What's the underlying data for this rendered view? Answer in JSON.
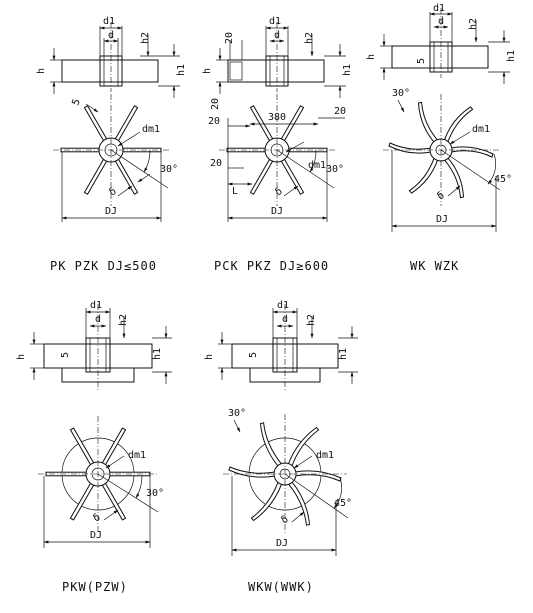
{
  "figures": [
    {
      "id": "pk",
      "caption": "PK  PZK  DJ≤500",
      "labels": {
        "d1": "d1",
        "d": "d",
        "h2": "h2",
        "h": "h",
        "h1": "h1",
        "thickness": "5",
        "dm1": "dm1",
        "angle": "30°",
        "delta": "δ",
        "dj": "DJ"
      }
    },
    {
      "id": "pck",
      "caption": "PCK  PKZ  DJ≥600",
      "labels": {
        "d1": "d1",
        "d": "d",
        "h2": "h2",
        "h": "h",
        "h1": "h1",
        "top20": "20",
        "left20a": "20",
        "left20b": "20",
        "span380": "380",
        "right20": "20",
        "mid20": "20",
        "L": "L",
        "dm1": "dm1",
        "angle": "30°",
        "delta": "δ",
        "dj": "DJ"
      }
    },
    {
      "id": "wk",
      "caption": "WK  WZK",
      "labels": {
        "d1": "d1",
        "d": "d",
        "h2": "h2",
        "h": "h",
        "h1": "h1",
        "thickness": "5",
        "angle30": "30°",
        "dm1": "dm1",
        "angle45": "45°",
        "delta": "δ",
        "dj": "DJ"
      }
    },
    {
      "id": "pkw",
      "caption": "PKW(PZW)",
      "labels": {
        "d1": "d1",
        "d": "d",
        "h2": "h2",
        "h": "h",
        "h1": "h1",
        "thickness": "5",
        "dm1": "dm1",
        "angle": "30°",
        "delta": "δ",
        "dj": "DJ"
      }
    },
    {
      "id": "wkw",
      "caption": "WKW(WWK)",
      "labels": {
        "d1": "d1",
        "d": "d",
        "h2": "h2",
        "h": "h",
        "h1": "h1",
        "thickness": "5",
        "angle30": "30°",
        "dm1": "dm1",
        "angle45": "45°",
        "delta": "δ",
        "dj": "DJ"
      }
    }
  ]
}
